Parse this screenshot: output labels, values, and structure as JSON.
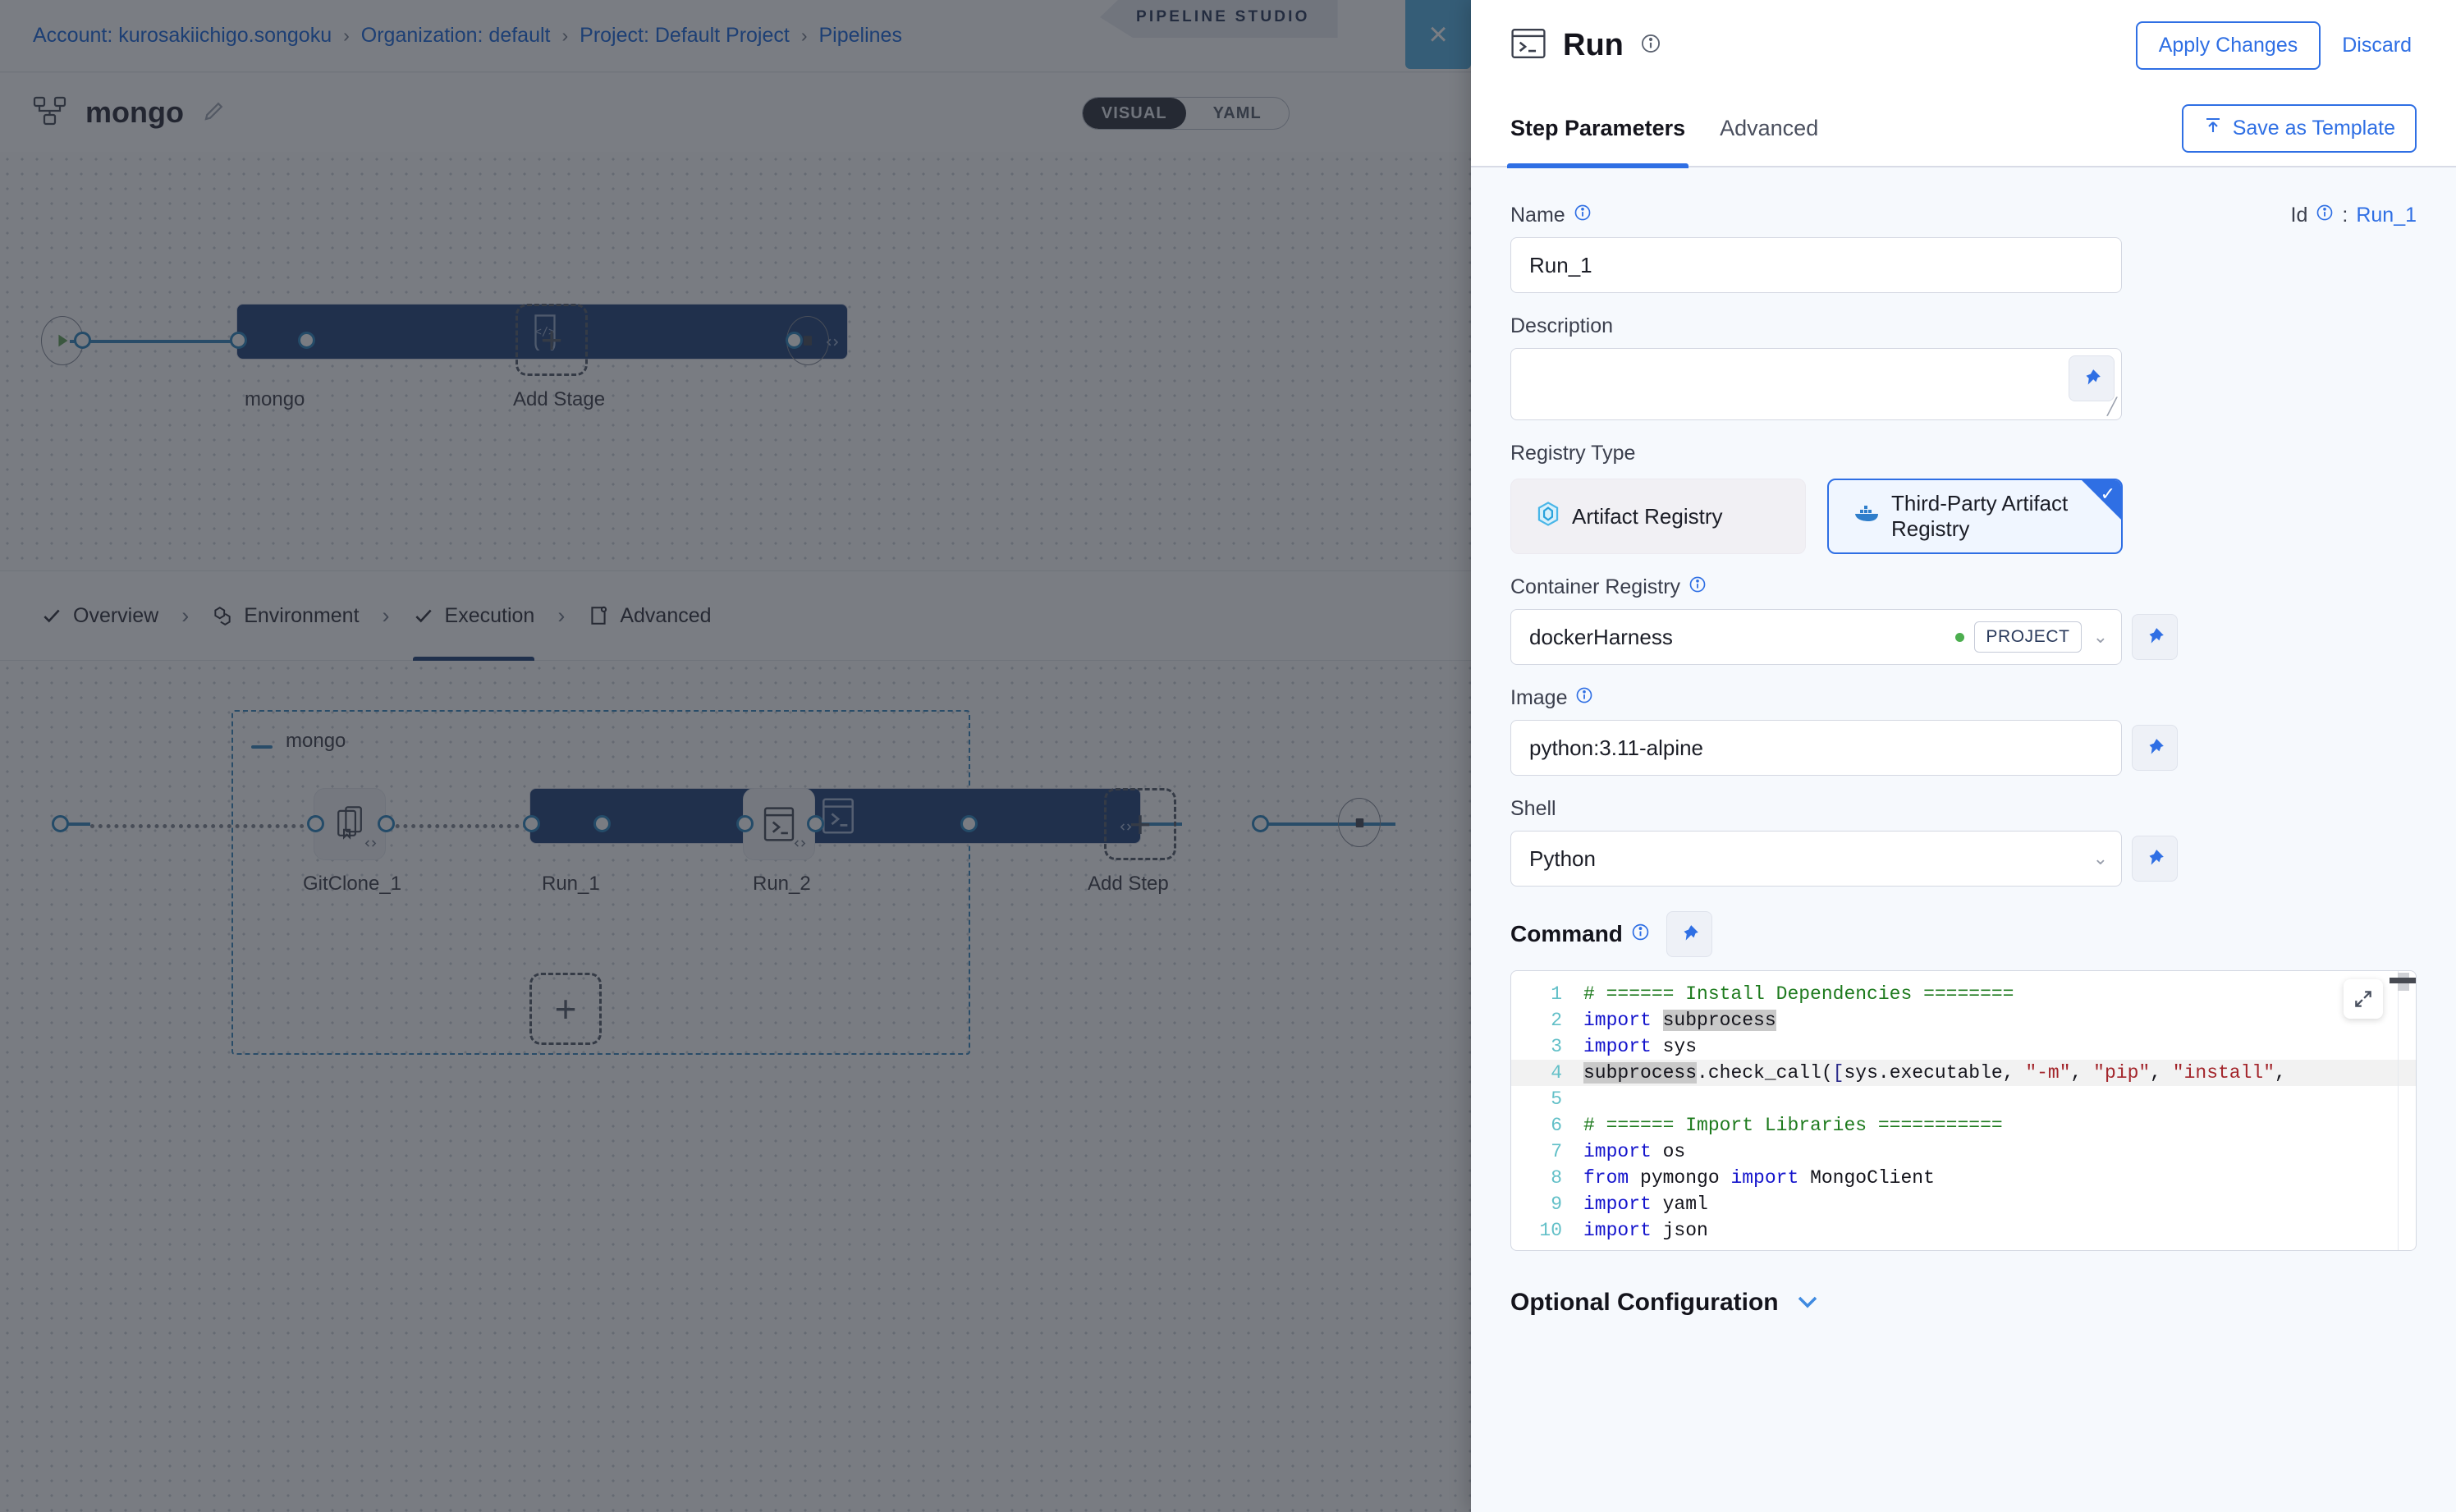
{
  "breadcrumb": {
    "items": [
      "Account: kurosakiichigo.songoku",
      "Organization: default",
      "Project: Default Project",
      "Pipelines"
    ],
    "separator": "›"
  },
  "studio_chip": "PIPELINE STUDIO",
  "close_label": "×",
  "pipeline": {
    "name": "mongo"
  },
  "mode_toggle": {
    "visual": "VISUAL",
    "yaml": "YAML",
    "selected": "VISUAL"
  },
  "top_canvas": {
    "stage_name": "mongo",
    "add_stage_label": "Add Stage",
    "add_icon": "+"
  },
  "stage_tabs": [
    {
      "label": "Overview",
      "icon": "check-icon",
      "active": false
    },
    {
      "label": "Environment",
      "icon": "hexagon-icon",
      "active": false
    },
    {
      "label": "Execution",
      "icon": "check-icon",
      "active": true
    },
    {
      "label": "Advanced",
      "icon": "settings-page-icon",
      "active": false
    }
  ],
  "steps_group": {
    "group_label": "mongo",
    "collapse_icon": "minus-icon",
    "steps": [
      {
        "name": "GitClone_1",
        "selected": false
      },
      {
        "name": "Run_1",
        "selected": true
      },
      {
        "name": "Run_2",
        "selected": false
      }
    ],
    "add_step_label": "Add Step",
    "add_icon": "+"
  },
  "drawer": {
    "title": "Run",
    "apply_label": "Apply Changes",
    "discard_label": "Discard",
    "tabs": [
      {
        "label": "Step Parameters",
        "active": true
      },
      {
        "label": "Advanced",
        "active": false
      }
    ],
    "save_template_label": "Save as Template",
    "fields": {
      "name_label": "Name",
      "name_value": "Run_1",
      "id_label": "Id",
      "id_separator": ":",
      "id_value": "Run_1",
      "description_label": "Description",
      "description_value": "",
      "registry_type_label": "Registry Type",
      "registry_options": [
        {
          "label": "Artifact Registry",
          "icon": "harness-cube-icon",
          "selected": false
        },
        {
          "label": "Third-Party Artifact Registry",
          "icon": "docker-icon",
          "selected": true
        }
      ],
      "container_registry_label": "Container Registry",
      "container_registry_value": "dockerHarness",
      "container_registry_scope": "PROJECT",
      "image_label": "Image",
      "image_value": "python:3.11-alpine",
      "shell_label": "Shell",
      "shell_value": "Python",
      "command_label": "Command"
    },
    "optional_config_label": "Optional Configuration",
    "command_code": {
      "lines": [
        {
          "n": 1,
          "tokens": [
            {
              "t": "# ====== Install Dependencies ========",
              "c": "k-com"
            }
          ]
        },
        {
          "n": 2,
          "tokens": [
            {
              "t": "import ",
              "c": "k-kw"
            },
            {
              "t": "subprocess",
              "c": "k-id k-hl"
            }
          ]
        },
        {
          "n": 3,
          "tokens": [
            {
              "t": "import ",
              "c": "k-kw"
            },
            {
              "t": "sys",
              "c": "k-id"
            }
          ]
        },
        {
          "n": 4,
          "highlight": true,
          "tokens": [
            {
              "t": "subprocess",
              "c": "k-id k-hl"
            },
            {
              "t": ".check_call(",
              "c": "k-id"
            },
            {
              "t": "[",
              "c": "k-pun"
            },
            {
              "t": "sys.executable, ",
              "c": "k-id"
            },
            {
              "t": "\"-m\"",
              "c": "k-str"
            },
            {
              "t": ", ",
              "c": "k-id"
            },
            {
              "t": "\"pip\"",
              "c": "k-str"
            },
            {
              "t": ", ",
              "c": "k-id"
            },
            {
              "t": "\"install\"",
              "c": "k-str"
            },
            {
              "t": ",",
              "c": "k-id"
            }
          ]
        },
        {
          "n": 5,
          "tokens": [
            {
              "t": "",
              "c": "k-id"
            }
          ]
        },
        {
          "n": 6,
          "tokens": [
            {
              "t": "# ====== Import Libraries ===========",
              "c": "k-com"
            }
          ]
        },
        {
          "n": 7,
          "tokens": [
            {
              "t": "import ",
              "c": "k-kw"
            },
            {
              "t": "os",
              "c": "k-id"
            }
          ]
        },
        {
          "n": 8,
          "tokens": [
            {
              "t": "from ",
              "c": "k-kw"
            },
            {
              "t": "pymongo ",
              "c": "k-id"
            },
            {
              "t": "import ",
              "c": "k-kw"
            },
            {
              "t": "MongoClient",
              "c": "k-id"
            }
          ]
        },
        {
          "n": 9,
          "tokens": [
            {
              "t": "import ",
              "c": "k-kw"
            },
            {
              "t": "yaml",
              "c": "k-id"
            }
          ]
        },
        {
          "n": 10,
          "tokens": [
            {
              "t": "import ",
              "c": "k-kw"
            },
            {
              "t": "json",
              "c": "k-id"
            }
          ]
        }
      ]
    }
  },
  "colors": {
    "accent_blue": "#2f6fe4",
    "node_selected": "#13356e",
    "wire": "#2a7fb8",
    "close_tab": "#4aacdf",
    "scope_green": "#4cae4f"
  }
}
